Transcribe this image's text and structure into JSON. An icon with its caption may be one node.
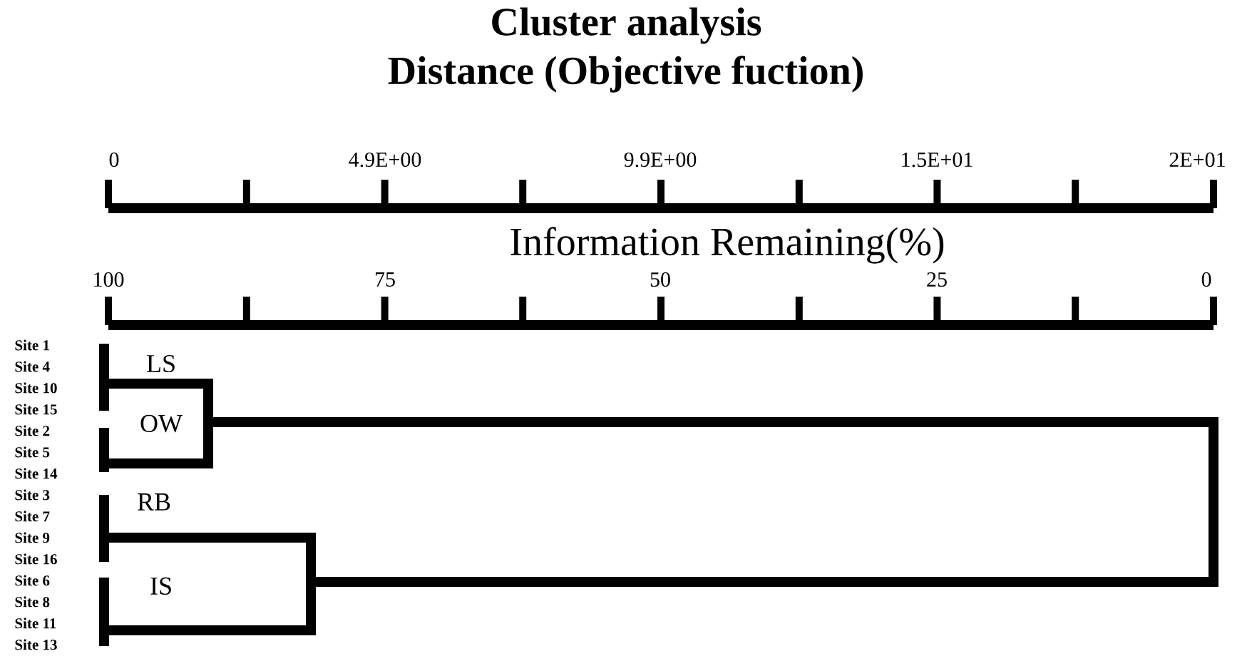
{
  "diagram": {
    "title": "Cluster analysis",
    "labels": [
      "Distance (Objective fuction)",
      "0",
      "4.9E+00",
      "9.9E+00",
      "1.5E+01",
      "2E+01",
      "Information Remaining(%)",
      "100",
      "75",
      "50",
      "25",
      "0",
      "Site 1",
      "Site 4",
      "Site 10",
      "Site 15",
      "Site 2",
      "Site 5",
      "Site 14",
      "Site 3",
      "Site 7",
      "Site 9",
      "Site 16",
      "Site 6",
      "Site 8",
      "Site 11",
      "Site 13",
      "LS",
      "OW",
      "RB",
      "IS"
    ]
  }
}
